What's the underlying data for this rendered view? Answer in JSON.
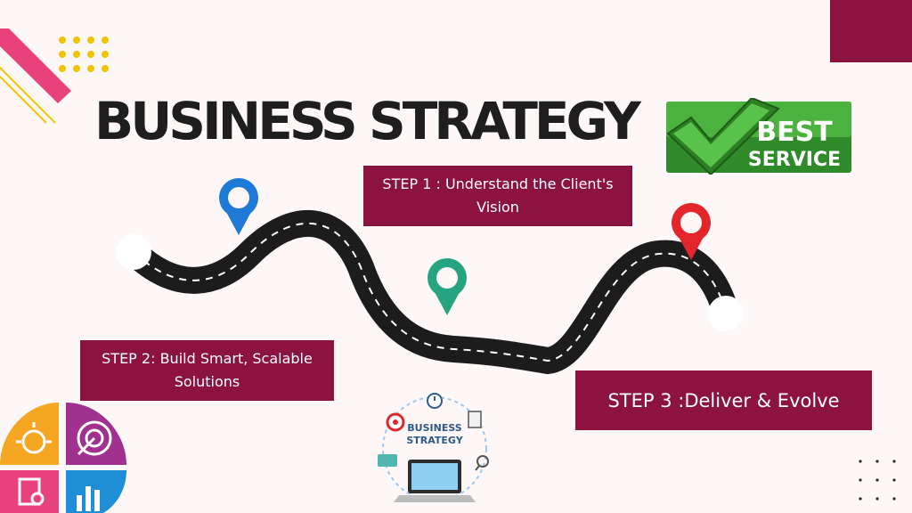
{
  "title": "BUSINESS STRATEGY",
  "badge": {
    "line1": "BEST",
    "line2": "SERVICE"
  },
  "steps": [
    {
      "label": "STEP 1 : Understand the Client's Vision"
    },
    {
      "label": "STEP 2: Build Smart, Scalable Solutions"
    },
    {
      "label": "STEP 3 :Deliver & Evolve"
    }
  ],
  "illustration": {
    "line1": "BUSINESS",
    "line2": "STRATEGY"
  },
  "colors": {
    "accent": "#8c1240",
    "pin_blue": "#1e7ad6",
    "pin_green": "#26a37f",
    "pin_red": "#e3262b",
    "check_green": "#3fa535"
  },
  "icons": [
    "idea-icon",
    "target-icon",
    "search-document-icon",
    "bar-chart-icon",
    "map-pin-icon",
    "check-icon"
  ]
}
